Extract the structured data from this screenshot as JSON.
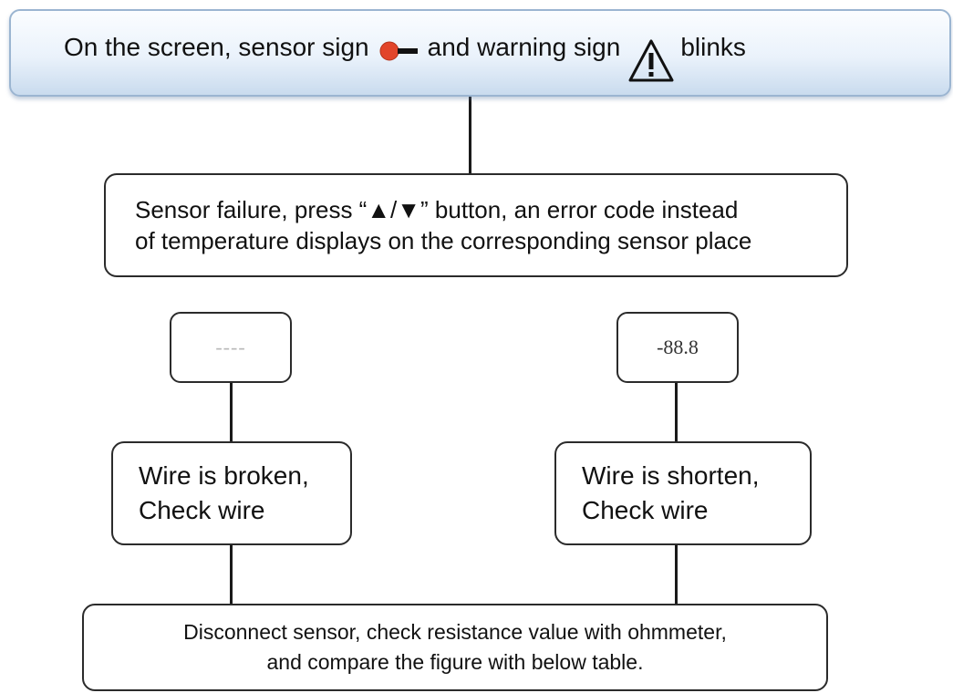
{
  "banner": {
    "text_before": "On the screen, sensor sign",
    "text_middle": "and warning sign",
    "text_after": "blinks",
    "sensor_icon": "sensor-icon",
    "warning_icon": "warning-triangle-icon"
  },
  "failure_box": {
    "text": "Sensor failure, press “▲/▼” button, an error code instead\nof temperature displays on the corresponding sensor place"
  },
  "branches": [
    {
      "code": "----",
      "action": "Wire is broken,\nCheck wire"
    },
    {
      "code": "-88.8",
      "action": "Wire is shorten,\nCheck wire"
    }
  ],
  "final_box": {
    "text": "Disconnect sensor, check resistance value with ohmmeter,\nand compare the figure with below table."
  },
  "colors": {
    "banner_top": "#fbfdff",
    "banner_bottom": "#c9dbee",
    "banner_border": "#9bb5d1",
    "sensor_dot": "#e2452a",
    "broken_code_text": "#b9b9b9",
    "line": "#1a1a1a"
  }
}
